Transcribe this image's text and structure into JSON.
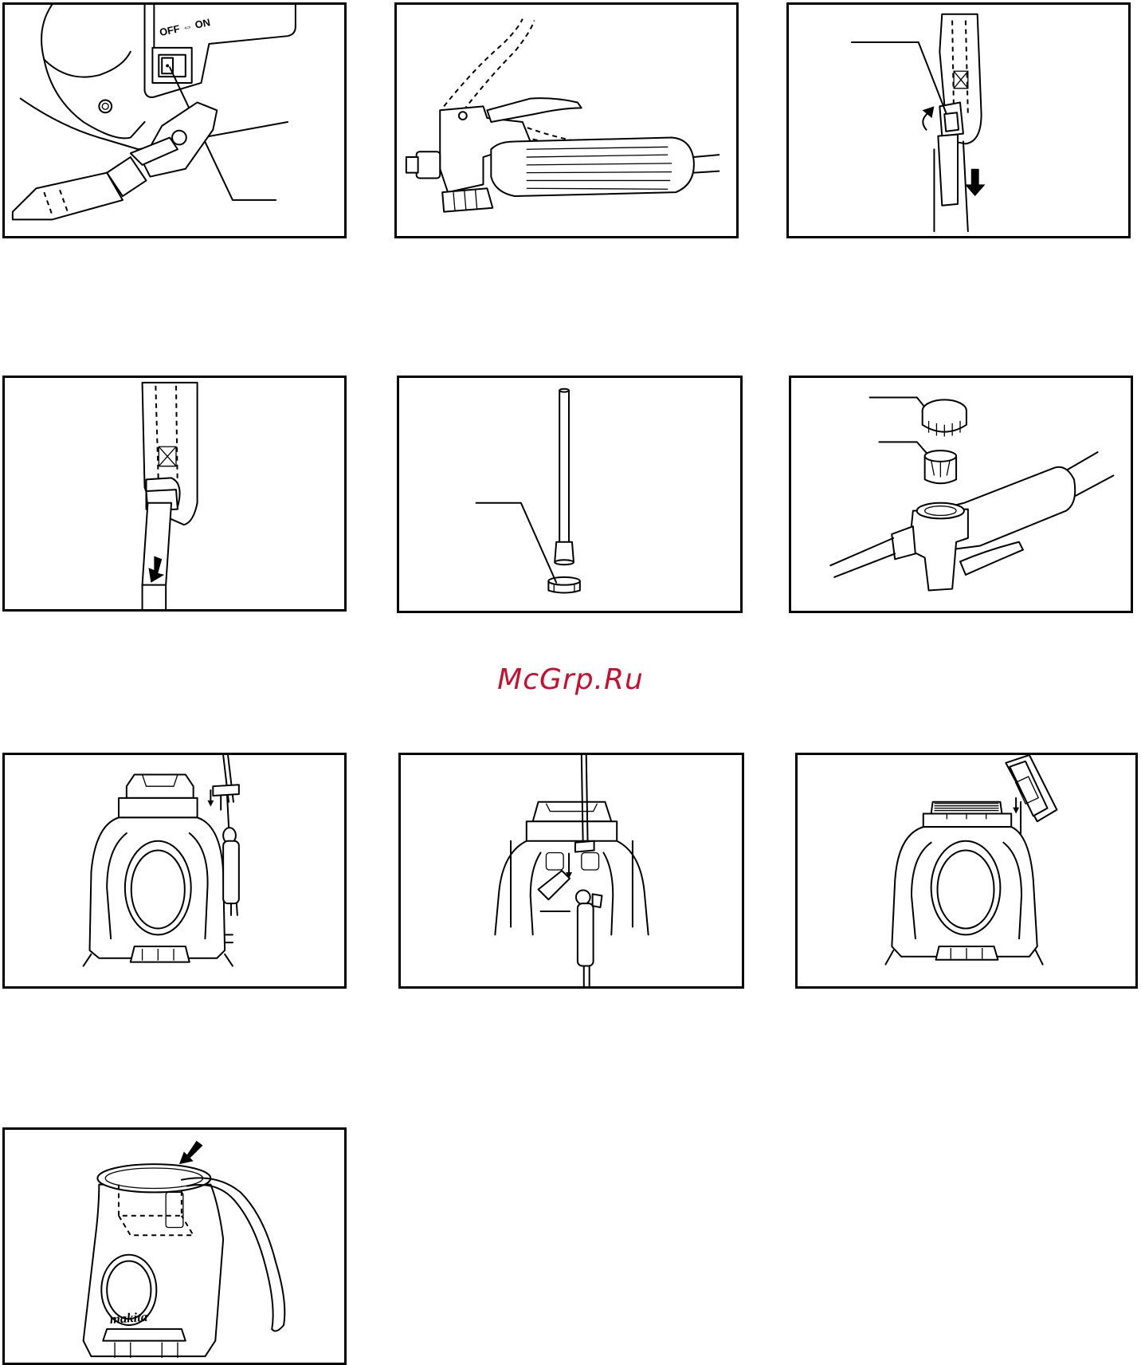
{
  "figures": [
    {
      "id": "fig-1",
      "caption": "",
      "switch_label": "OFF ⇔ ON"
    },
    {
      "id": "fig-2",
      "caption": ""
    },
    {
      "id": "fig-3",
      "caption": ""
    },
    {
      "id": "fig-4",
      "caption": ""
    },
    {
      "id": "fig-5",
      "caption": ""
    },
    {
      "id": "fig-6",
      "caption": ""
    },
    {
      "id": "fig-7",
      "caption": ""
    },
    {
      "id": "fig-8",
      "caption": ""
    },
    {
      "id": "fig-9",
      "caption": ""
    },
    {
      "id": "fig-10",
      "caption": "",
      "brand_logo": "makita"
    }
  ],
  "watermark": {
    "text": "McGrp.Ru",
    "color": "#c8102e"
  },
  "colors": {
    "line": "#000000",
    "background": "#ffffff"
  }
}
